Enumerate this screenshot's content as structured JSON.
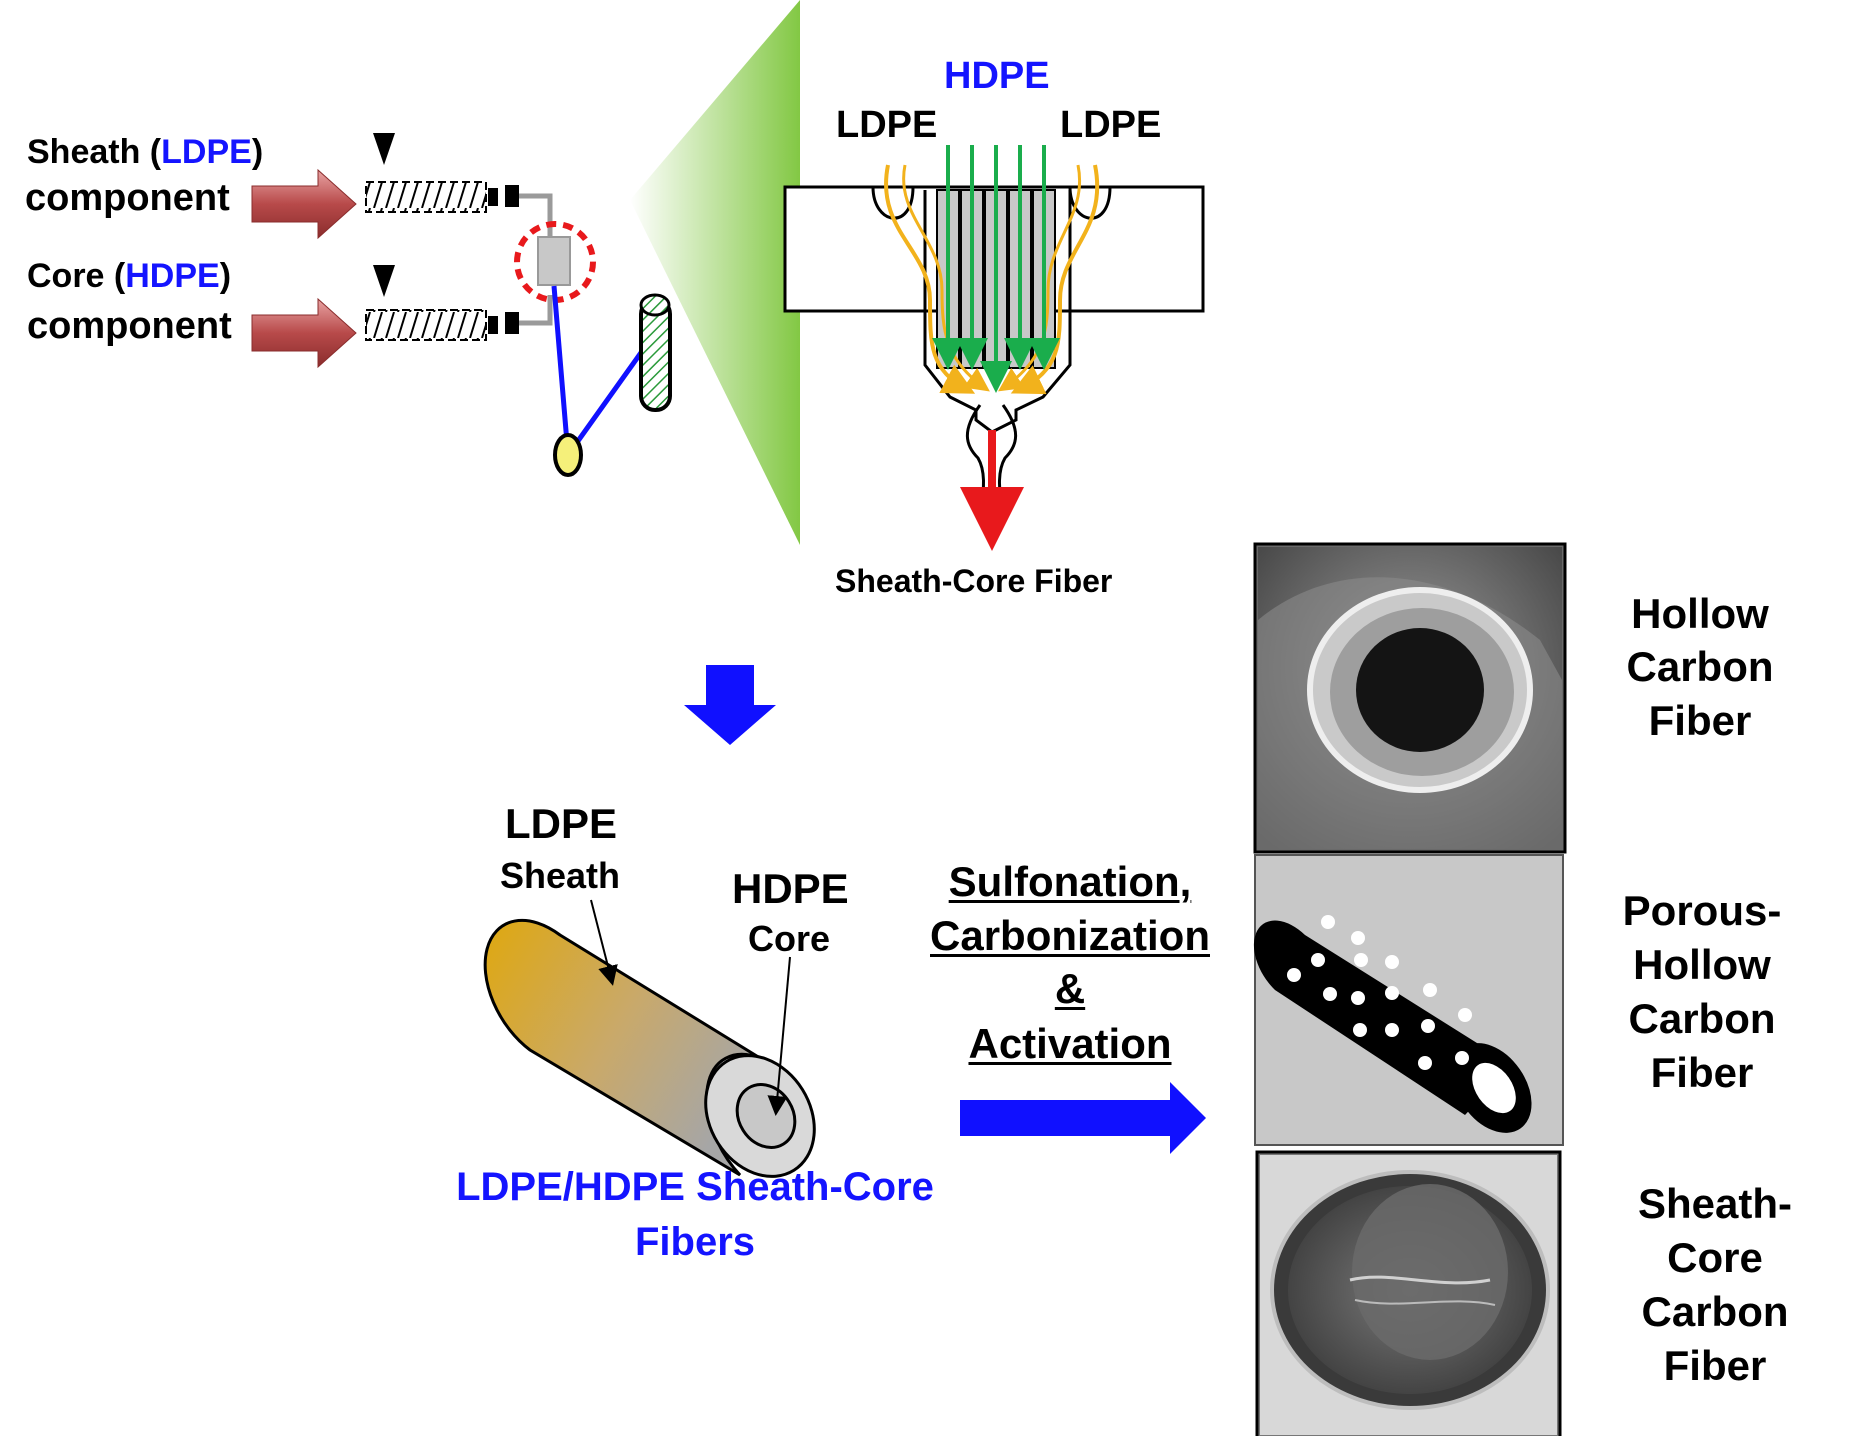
{
  "spinning": {
    "sheath_word": "Sheath",
    "sheath_polymer": "LDPE",
    "sheath_component": "component",
    "core_word": "Core",
    "core_polymer": "HDPE",
    "core_component": "component"
  },
  "spinneret": {
    "center_label": "HDPE",
    "left_label": "LDPE",
    "right_label": "LDPE",
    "output_label": "Sheath-Core Fiber"
  },
  "fiber_model": {
    "sheath_polymer": "LDPE",
    "sheath_label": "Sheath",
    "core_polymer": "HDPE",
    "core_label": "Core",
    "caption_line1": "LDPE/HDPE Sheath-Core",
    "caption_line2": "Fibers"
  },
  "process": {
    "line1": "Sulfonation,",
    "line2": "Carbonization",
    "line3": "&",
    "line4": "Activation"
  },
  "products": [
    {
      "lines": [
        "Hollow",
        "Carbon",
        "Fiber"
      ]
    },
    {
      "lines": [
        "Porous-",
        "Hollow",
        "Carbon",
        "Fiber"
      ]
    },
    {
      "lines": [
        "Sheath-",
        "Core",
        "Carbon",
        "Fiber"
      ]
    }
  ],
  "colors": {
    "label_blue": "#1414ff",
    "ldpe_flow": "#f2b21c",
    "hdpe_flow": "#1aad4c",
    "output_flow": "#e8191c",
    "feed_arrow": "#b84a4a",
    "process_arrow": "#1010ff",
    "die_glow": "#7cc53a"
  }
}
